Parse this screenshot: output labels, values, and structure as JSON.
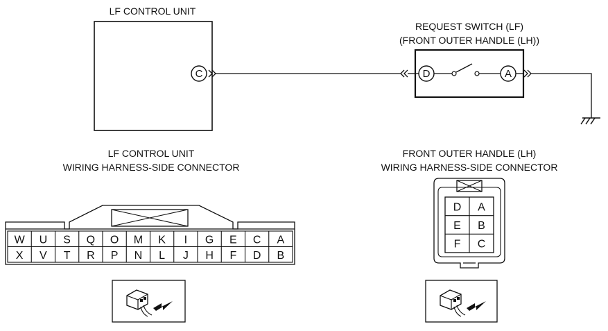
{
  "control_unit": {
    "title": "LF CONTROL UNIT",
    "terminal": "C"
  },
  "request_switch": {
    "title_line1": "REQUEST SWITCH (LF)",
    "title_line2": "(FRONT OUTER HANDLE (LH))",
    "terminal_left": "D",
    "terminal_right": "A"
  },
  "connector_left": {
    "title_line1": "LF CONTROL UNIT",
    "title_line2": "WIRING HARNESS-SIDE CONNECTOR",
    "top_row": [
      "W",
      "U",
      "S",
      "Q",
      "O",
      "M",
      "K",
      "I",
      "G",
      "E",
      "C",
      "A"
    ],
    "bottom_row": [
      "X",
      "V",
      "T",
      "R",
      "P",
      "N",
      "L",
      "J",
      "H",
      "F",
      "D",
      "B"
    ]
  },
  "connector_right": {
    "title_line1": "FRONT OUTER HANDLE (LH)",
    "title_line2": "WIRING HARNESS-SIDE CONNECTOR",
    "rows": [
      [
        "D",
        "A"
      ],
      [
        "E",
        "B"
      ],
      [
        "F",
        "C"
      ]
    ]
  }
}
